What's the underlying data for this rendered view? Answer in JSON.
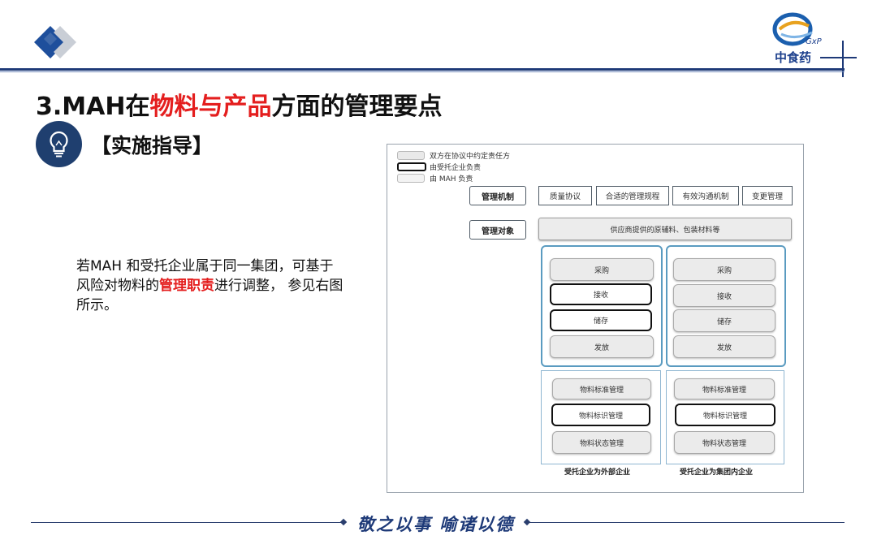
{
  "header": {
    "brand_name": "中食药",
    "brand_suffix": "GxP",
    "title_prefix": "3.MAH在",
    "title_highlight": "物料与产品",
    "title_suffix": "方面的管理要点",
    "section_label": "【实施指导】"
  },
  "body": {
    "text_before": "若MAH 和受托企业属于同一集团，可基于风险对物料的",
    "text_highlight": "管理职责",
    "text_after": "进行调整， 参见右图所示。"
  },
  "diagram": {
    "legend": [
      {
        "label": "双方在协议中约定责任方",
        "style": "shared"
      },
      {
        "label": "由受托企业负责",
        "style": "bold"
      },
      {
        "label": "由 MAH 负责",
        "style": "plain"
      }
    ],
    "mechanism_label": "管理机制",
    "mechanisms": [
      "质量协议",
      "合适的管理规程",
      "有效沟通机制",
      "变更管理"
    ],
    "object_label": "管理对象",
    "supply_text": "供应商提供的原辅料、包装材料等",
    "columns": [
      {
        "caption": "受托企业为外部企业",
        "steps": [
          {
            "label": "采购",
            "bold": false
          },
          {
            "label": "接收",
            "bold": true
          },
          {
            "label": "储存",
            "bold": true
          },
          {
            "label": "发放",
            "bold": false
          }
        ],
        "mgmt": [
          {
            "label": "物料标准管理",
            "bold": false
          },
          {
            "label": "物料标识管理",
            "bold": true
          },
          {
            "label": "物料状态管理",
            "bold": false
          }
        ]
      },
      {
        "caption": "受托企业为集团内企业",
        "steps": [
          {
            "label": "采购",
            "bold": false
          },
          {
            "label": "接收",
            "bold": false
          },
          {
            "label": "储存",
            "bold": false
          },
          {
            "label": "发放",
            "bold": false
          }
        ],
        "mgmt": [
          {
            "label": "物料标准管理",
            "bold": false
          },
          {
            "label": "物料标识管理",
            "bold": true
          },
          {
            "label": "物料状态管理",
            "bold": false
          }
        ]
      }
    ]
  },
  "footer": {
    "motto": "敬之以事  喻诸以德"
  },
  "icons": {
    "nav": "diamond-nav-icon",
    "bulb": "lightbulb-icon",
    "logo": "company-logo-icon"
  },
  "colors": {
    "accent_red": "#e41e1e",
    "brand_navy": "#1e3a78",
    "group_border": "#5a9bc0"
  }
}
